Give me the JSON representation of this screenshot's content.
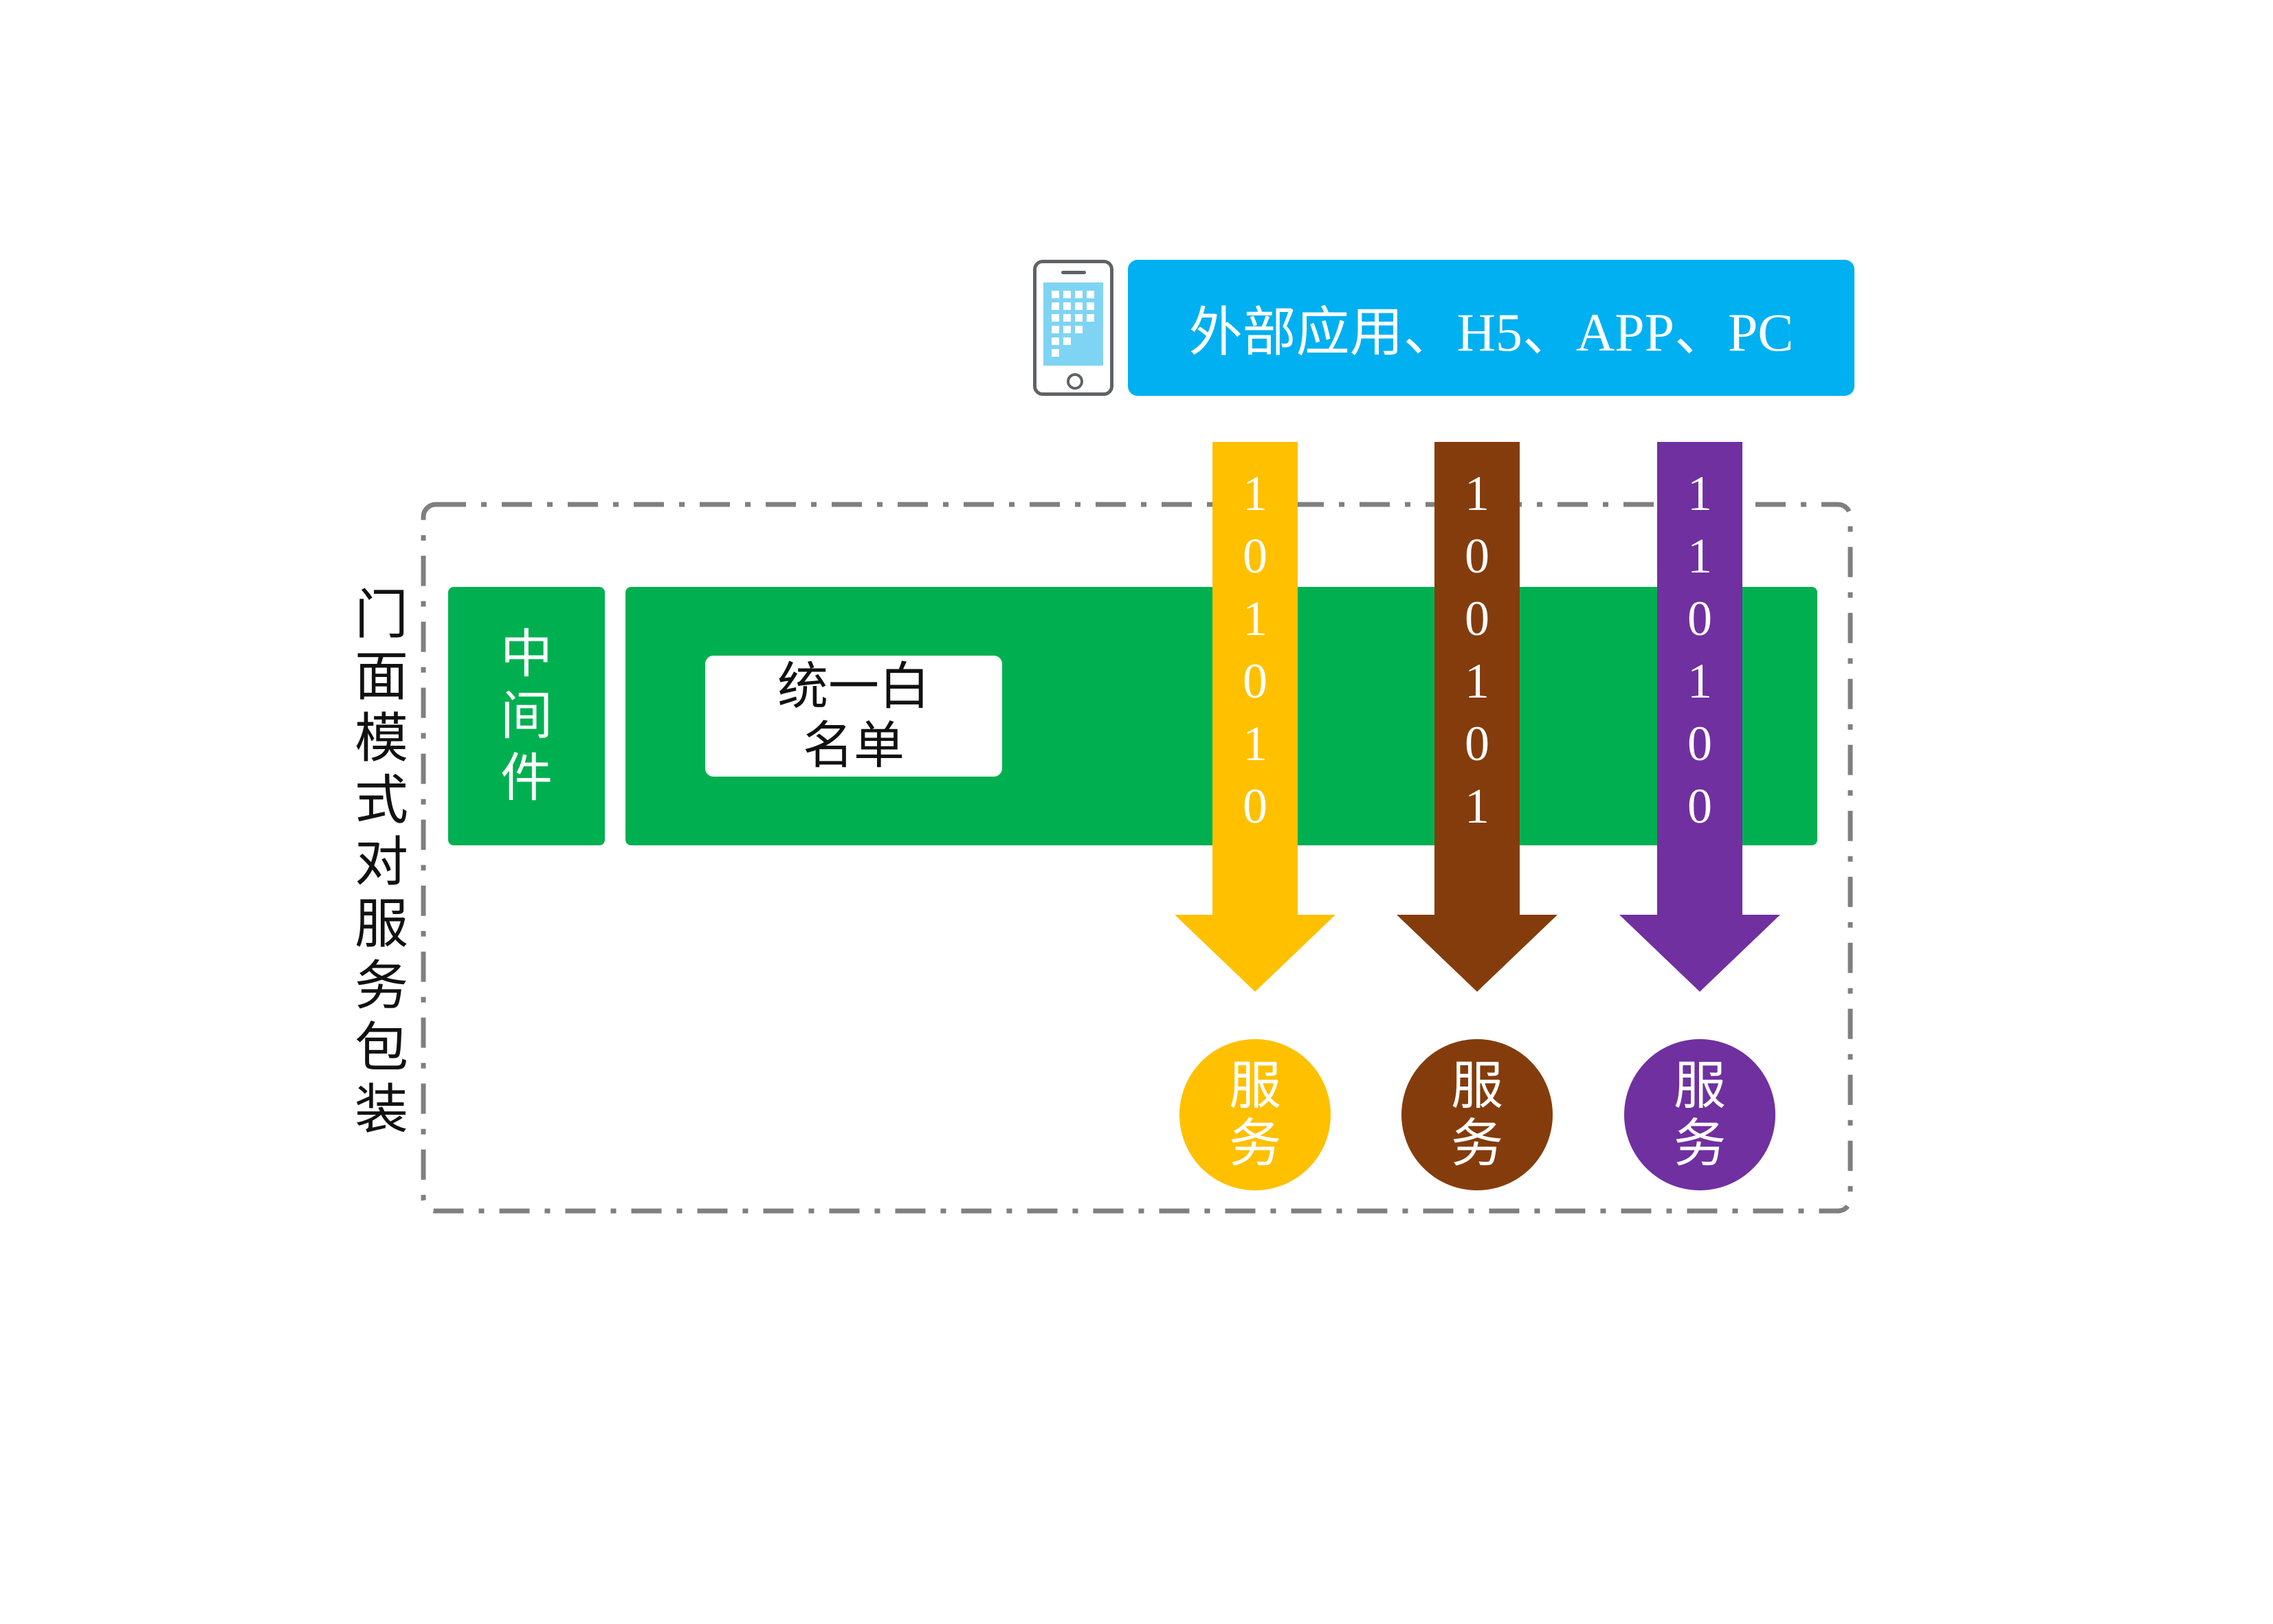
{
  "banner": {
    "text": "外部应用、H5、APP、PC",
    "color": "#00b0f0"
  },
  "icons": {
    "device": "mobile-phone-icon"
  },
  "facade": {
    "label_chars": [
      "门",
      "面",
      "模",
      "式",
      "对",
      "服",
      "务",
      "包",
      "装"
    ],
    "border_color": "#7f7f7f"
  },
  "middleware": {
    "label_chars": [
      "中",
      "间",
      "件"
    ],
    "color": "#00b050"
  },
  "whitelist": {
    "line1": "统一白",
    "line2": "名单"
  },
  "streams": [
    {
      "bits": [
        "1",
        "0",
        "1",
        "0",
        "1",
        "0"
      ],
      "color": "#ffc000",
      "service_chars": [
        "服",
        "务"
      ]
    },
    {
      "bits": [
        "1",
        "0",
        "0",
        "1",
        "0",
        "1"
      ],
      "color": "#843c0c",
      "service_chars": [
        "服",
        "务"
      ]
    },
    {
      "bits": [
        "1",
        "1",
        "0",
        "1",
        "0",
        "0"
      ],
      "color": "#7030a0",
      "service_chars": [
        "服",
        "务"
      ]
    }
  ]
}
